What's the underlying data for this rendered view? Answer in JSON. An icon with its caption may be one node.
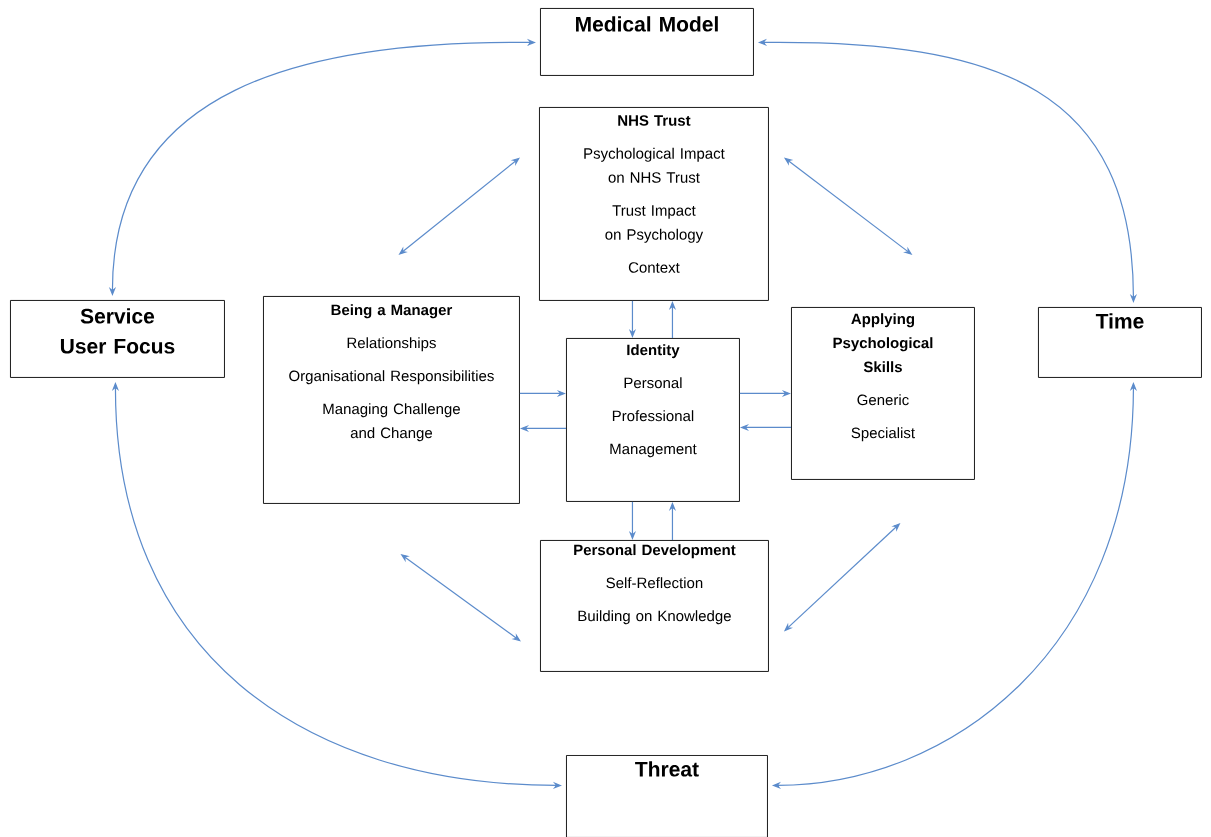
{
  "diagram": {
    "nodes": [
      {
        "text": [
          "Medical Model"
        ]
      },
      {
        "text": [
          "NHS Trust",
          "Psychological Impact on NHS Trust",
          "Trust Impact on Psychology",
          "Context"
        ]
      },
      {
        "text": [
          "Service User Focus"
        ]
      },
      {
        "text": [
          "Being a Manager",
          "Relationships",
          "Organisational Responsibilities",
          "Managing Challenge and Change"
        ]
      },
      {
        "text": [
          "Identity",
          "Personal",
          "Professional",
          "Management"
        ]
      },
      {
        "text": [
          "Applying Psychological Skills",
          "Generic",
          "Specialist"
        ]
      },
      {
        "text": [
          "Time"
        ]
      },
      {
        "text": [
          "Personal Development",
          "Self-Reflection",
          "Building on Knowledge"
        ]
      },
      {
        "text": [
          "Threat"
        ]
      }
    ],
    "edges": [
      {
        "from": 2,
        "to": 0,
        "arrow": "both"
      },
      {
        "from": 0,
        "to": 6,
        "arrow": "both"
      },
      {
        "from": 1,
        "to": 3,
        "arrow": "both"
      },
      {
        "from": 1,
        "to": 5,
        "arrow": "both"
      },
      {
        "from": 1,
        "to": 4,
        "arrow": "to"
      },
      {
        "from": 4,
        "to": 1,
        "arrow": "to"
      },
      {
        "from": 3,
        "to": 4,
        "arrow": "to"
      },
      {
        "from": 4,
        "to": 3,
        "arrow": "to"
      },
      {
        "from": 4,
        "to": 5,
        "arrow": "to"
      },
      {
        "from": 5,
        "to": 4,
        "arrow": "to"
      },
      {
        "from": 4,
        "to": 7,
        "arrow": "to"
      },
      {
        "from": 7,
        "to": 4,
        "arrow": "to"
      },
      {
        "from": 3,
        "to": 7,
        "arrow": "both"
      },
      {
        "from": 5,
        "to": 7,
        "arrow": "both"
      },
      {
        "from": 2,
        "to": 8,
        "arrow": "both"
      },
      {
        "from": 6,
        "to": 8,
        "arrow": "both"
      }
    ]
  }
}
